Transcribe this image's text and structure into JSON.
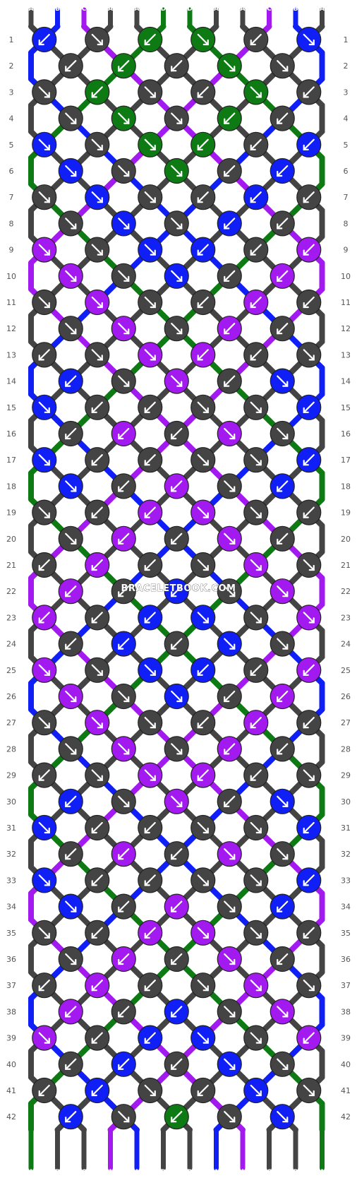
{
  "colors": {
    "A": "#444444",
    "B": "#0f1ff5",
    "C": "#a21af0",
    "D": "#0e7a14"
  },
  "strand_letters": [
    "A",
    "B",
    "C",
    "A",
    "A",
    "D",
    "D",
    "A",
    "A",
    "C",
    "B",
    "A"
  ],
  "watermark": "BRACELETBOOK.COM",
  "row_numbers": [
    "1",
    "2",
    "3",
    "4",
    "5",
    "6",
    "7",
    "8",
    "9",
    "10",
    "11",
    "12",
    "13",
    "14",
    "15",
    "16",
    "17",
    "18",
    "19",
    "20",
    "21",
    "22",
    "23",
    "24",
    "25",
    "26",
    "27",
    "28",
    "29",
    "30",
    "31",
    "32",
    "33",
    "34",
    "35",
    "36",
    "37",
    "38",
    "39",
    "40",
    "41",
    "42"
  ],
  "knots": [
    [
      {
        "c": "B",
        "d": "sw"
      },
      {
        "c": "A",
        "d": "se"
      },
      {
        "c": "D",
        "d": "sw"
      },
      {
        "c": "D",
        "d": "se"
      },
      {
        "c": "A",
        "d": "sw"
      },
      {
        "c": "B",
        "d": "se"
      }
    ],
    [
      {
        "c": "A",
        "d": "sw"
      },
      {
        "c": "D",
        "d": "sw"
      },
      {
        "c": "A",
        "d": "sw"
      },
      {
        "c": "D",
        "d": "se"
      },
      {
        "c": "A",
        "d": "se"
      }
    ],
    [
      {
        "c": "A",
        "d": "se"
      },
      {
        "c": "D",
        "d": "sw"
      },
      {
        "c": "A",
        "d": "se"
      },
      {
        "c": "A",
        "d": "sw"
      },
      {
        "c": "D",
        "d": "se"
      },
      {
        "c": "A",
        "d": "sw"
      }
    ],
    [
      {
        "c": "A",
        "d": "se"
      },
      {
        "c": "D",
        "d": "se"
      },
      {
        "c": "A",
        "d": "se"
      },
      {
        "c": "D",
        "d": "sw"
      },
      {
        "c": "A",
        "d": "sw"
      }
    ],
    [
      {
        "c": "B",
        "d": "se"
      },
      {
        "c": "A",
        "d": "se"
      },
      {
        "c": "D",
        "d": "se"
      },
      {
        "c": "D",
        "d": "sw"
      },
      {
        "c": "A",
        "d": "sw"
      },
      {
        "c": "B",
        "d": "sw"
      }
    ],
    [
      {
        "c": "B",
        "d": "se"
      },
      {
        "c": "A",
        "d": "se"
      },
      {
        "c": "D",
        "d": "se"
      },
      {
        "c": "A",
        "d": "sw"
      },
      {
        "c": "B",
        "d": "sw"
      }
    ],
    [
      {
        "c": "A",
        "d": "se"
      },
      {
        "c": "B",
        "d": "se"
      },
      {
        "c": "A",
        "d": "se"
      },
      {
        "c": "A",
        "d": "sw"
      },
      {
        "c": "B",
        "d": "sw"
      },
      {
        "c": "A",
        "d": "sw"
      }
    ],
    [
      {
        "c": "A",
        "d": "se"
      },
      {
        "c": "B",
        "d": "se"
      },
      {
        "c": "A",
        "d": "se"
      },
      {
        "c": "B",
        "d": "sw"
      },
      {
        "c": "A",
        "d": "sw"
      }
    ],
    [
      {
        "c": "C",
        "d": "se"
      },
      {
        "c": "A",
        "d": "se"
      },
      {
        "c": "B",
        "d": "se"
      },
      {
        "c": "B",
        "d": "sw"
      },
      {
        "c": "A",
        "d": "sw"
      },
      {
        "c": "C",
        "d": "sw"
      }
    ],
    [
      {
        "c": "C",
        "d": "se"
      },
      {
        "c": "A",
        "d": "se"
      },
      {
        "c": "B",
        "d": "se"
      },
      {
        "c": "A",
        "d": "sw"
      },
      {
        "c": "C",
        "d": "sw"
      }
    ],
    [
      {
        "c": "A",
        "d": "se"
      },
      {
        "c": "C",
        "d": "se"
      },
      {
        "c": "A",
        "d": "se"
      },
      {
        "c": "A",
        "d": "sw"
      },
      {
        "c": "C",
        "d": "sw"
      },
      {
        "c": "A",
        "d": "sw"
      }
    ],
    [
      {
        "c": "A",
        "d": "se"
      },
      {
        "c": "C",
        "d": "se"
      },
      {
        "c": "A",
        "d": "se"
      },
      {
        "c": "C",
        "d": "sw"
      },
      {
        "c": "A",
        "d": "sw"
      }
    ],
    [
      {
        "c": "A",
        "d": "sw"
      },
      {
        "c": "A",
        "d": "se"
      },
      {
        "c": "C",
        "d": "se"
      },
      {
        "c": "C",
        "d": "sw"
      },
      {
        "c": "A",
        "d": "sw"
      },
      {
        "c": "A",
        "d": "se"
      }
    ],
    [
      {
        "c": "B",
        "d": "sw"
      },
      {
        "c": "A",
        "d": "se"
      },
      {
        "c": "C",
        "d": "se"
      },
      {
        "c": "A",
        "d": "sw"
      },
      {
        "c": "B",
        "d": "se"
      }
    ],
    [
      {
        "c": "B",
        "d": "se"
      },
      {
        "c": "A",
        "d": "sw"
      },
      {
        "c": "A",
        "d": "sw"
      },
      {
        "c": "A",
        "d": "se"
      },
      {
        "c": "A",
        "d": "se"
      },
      {
        "c": "B",
        "d": "sw"
      }
    ],
    [
      {
        "c": "A",
        "d": "sw"
      },
      {
        "c": "C",
        "d": "sw"
      },
      {
        "c": "A",
        "d": "sw"
      },
      {
        "c": "C",
        "d": "se"
      },
      {
        "c": "A",
        "d": "se"
      }
    ],
    [
      {
        "c": "B",
        "d": "se"
      },
      {
        "c": "A",
        "d": "sw"
      },
      {
        "c": "A",
        "d": "sw"
      },
      {
        "c": "A",
        "d": "se"
      },
      {
        "c": "A",
        "d": "se"
      },
      {
        "c": "B",
        "d": "sw"
      }
    ],
    [
      {
        "c": "B",
        "d": "se"
      },
      {
        "c": "A",
        "d": "sw"
      },
      {
        "c": "C",
        "d": "sw"
      },
      {
        "c": "A",
        "d": "se"
      },
      {
        "c": "B",
        "d": "sw"
      }
    ],
    [
      {
        "c": "A",
        "d": "se"
      },
      {
        "c": "A",
        "d": "sw"
      },
      {
        "c": "C",
        "d": "sw"
      },
      {
        "c": "C",
        "d": "se"
      },
      {
        "c": "A",
        "d": "se"
      },
      {
        "c": "A",
        "d": "sw"
      }
    ],
    [
      {
        "c": "A",
        "d": "se"
      },
      {
        "c": "C",
        "d": "sw"
      },
      {
        "c": "A",
        "d": "sw"
      },
      {
        "c": "C",
        "d": "se"
      },
      {
        "c": "A",
        "d": "sw"
      }
    ],
    [
      {
        "c": "A",
        "d": "sw"
      },
      {
        "c": "C",
        "d": "sw"
      },
      {
        "c": "A",
        "d": "sw"
      },
      {
        "c": "A",
        "d": "se"
      },
      {
        "c": "C",
        "d": "se"
      },
      {
        "c": "A",
        "d": "se"
      }
    ],
    [
      {
        "c": "C",
        "d": "sw"
      },
      {
        "c": "A",
        "d": "sw"
      },
      {
        "c": "B",
        "d": "sw"
      },
      {
        "c": "A",
        "d": "se"
      },
      {
        "c": "C",
        "d": "se"
      }
    ],
    [
      {
        "c": "C",
        "d": "sw"
      },
      {
        "c": "A",
        "d": "sw"
      },
      {
        "c": "B",
        "d": "sw"
      },
      {
        "c": "B",
        "d": "se"
      },
      {
        "c": "A",
        "d": "se"
      },
      {
        "c": "C",
        "d": "se"
      }
    ],
    [
      {
        "c": "A",
        "d": "sw"
      },
      {
        "c": "B",
        "d": "sw"
      },
      {
        "c": "A",
        "d": "sw"
      },
      {
        "c": "B",
        "d": "se"
      },
      {
        "c": "A",
        "d": "se"
      }
    ],
    [
      {
        "c": "C",
        "d": "se"
      },
      {
        "c": "A",
        "d": "se"
      },
      {
        "c": "B",
        "d": "se"
      },
      {
        "c": "B",
        "d": "sw"
      },
      {
        "c": "A",
        "d": "sw"
      },
      {
        "c": "C",
        "d": "sw"
      }
    ],
    [
      {
        "c": "C",
        "d": "se"
      },
      {
        "c": "A",
        "d": "se"
      },
      {
        "c": "B",
        "d": "se"
      },
      {
        "c": "A",
        "d": "sw"
      },
      {
        "c": "C",
        "d": "sw"
      }
    ],
    [
      {
        "c": "A",
        "d": "se"
      },
      {
        "c": "C",
        "d": "se"
      },
      {
        "c": "A",
        "d": "se"
      },
      {
        "c": "A",
        "d": "sw"
      },
      {
        "c": "C",
        "d": "sw"
      },
      {
        "c": "A",
        "d": "sw"
      }
    ],
    [
      {
        "c": "A",
        "d": "se"
      },
      {
        "c": "C",
        "d": "se"
      },
      {
        "c": "A",
        "d": "se"
      },
      {
        "c": "C",
        "d": "sw"
      },
      {
        "c": "A",
        "d": "sw"
      }
    ],
    [
      {
        "c": "A",
        "d": "sw"
      },
      {
        "c": "A",
        "d": "se"
      },
      {
        "c": "C",
        "d": "se"
      },
      {
        "c": "C",
        "d": "sw"
      },
      {
        "c": "A",
        "d": "sw"
      },
      {
        "c": "A",
        "d": "se"
      }
    ],
    [
      {
        "c": "B",
        "d": "sw"
      },
      {
        "c": "A",
        "d": "se"
      },
      {
        "c": "C",
        "d": "se"
      },
      {
        "c": "A",
        "d": "sw"
      },
      {
        "c": "B",
        "d": "se"
      }
    ],
    [
      {
        "c": "B",
        "d": "se"
      },
      {
        "c": "A",
        "d": "sw"
      },
      {
        "c": "A",
        "d": "sw"
      },
      {
        "c": "A",
        "d": "se"
      },
      {
        "c": "A",
        "d": "se"
      },
      {
        "c": "B",
        "d": "sw"
      }
    ],
    [
      {
        "c": "A",
        "d": "sw"
      },
      {
        "c": "C",
        "d": "sw"
      },
      {
        "c": "A",
        "d": "sw"
      },
      {
        "c": "C",
        "d": "se"
      },
      {
        "c": "A",
        "d": "se"
      }
    ],
    [
      {
        "c": "B",
        "d": "se"
      },
      {
        "c": "A",
        "d": "sw"
      },
      {
        "c": "A",
        "d": "sw"
      },
      {
        "c": "A",
        "d": "se"
      },
      {
        "c": "A",
        "d": "se"
      },
      {
        "c": "B",
        "d": "sw"
      }
    ],
    [
      {
        "c": "B",
        "d": "se"
      },
      {
        "c": "A",
        "d": "sw"
      },
      {
        "c": "C",
        "d": "sw"
      },
      {
        "c": "A",
        "d": "se"
      },
      {
        "c": "B",
        "d": "sw"
      }
    ],
    [
      {
        "c": "A",
        "d": "se"
      },
      {
        "c": "A",
        "d": "sw"
      },
      {
        "c": "C",
        "d": "sw"
      },
      {
        "c": "C",
        "d": "se"
      },
      {
        "c": "A",
        "d": "se"
      },
      {
        "c": "A",
        "d": "sw"
      }
    ],
    [
      {
        "c": "A",
        "d": "se"
      },
      {
        "c": "C",
        "d": "sw"
      },
      {
        "c": "A",
        "d": "sw"
      },
      {
        "c": "C",
        "d": "se"
      },
      {
        "c": "A",
        "d": "sw"
      }
    ],
    [
      {
        "c": "A",
        "d": "sw"
      },
      {
        "c": "C",
        "d": "sw"
      },
      {
        "c": "A",
        "d": "sw"
      },
      {
        "c": "A",
        "d": "se"
      },
      {
        "c": "C",
        "d": "se"
      },
      {
        "c": "A",
        "d": "se"
      }
    ],
    [
      {
        "c": "C",
        "d": "sw"
      },
      {
        "c": "A",
        "d": "sw"
      },
      {
        "c": "B",
        "d": "sw"
      },
      {
        "c": "A",
        "d": "se"
      },
      {
        "c": "C",
        "d": "se"
      }
    ],
    [
      {
        "c": "C",
        "d": "se"
      },
      {
        "c": "A",
        "d": "sw"
      },
      {
        "c": "B",
        "d": "sw"
      },
      {
        "c": "B",
        "d": "se"
      },
      {
        "c": "A",
        "d": "se"
      },
      {
        "c": "C",
        "d": "sw"
      }
    ],
    [
      {
        "c": "A",
        "d": "sw"
      },
      {
        "c": "B",
        "d": "sw"
      },
      {
        "c": "A",
        "d": "sw"
      },
      {
        "c": "B",
        "d": "se"
      },
      {
        "c": "A",
        "d": "se"
      }
    ],
    [
      {
        "c": "A",
        "d": "sw"
      },
      {
        "c": "B",
        "d": "sw"
      },
      {
        "c": "A",
        "d": "se"
      },
      {
        "c": "A",
        "d": "sw"
      },
      {
        "c": "B",
        "d": "se"
      },
      {
        "c": "A",
        "d": "se"
      }
    ],
    [
      {
        "c": "B",
        "d": "sw"
      },
      {
        "c": "A",
        "d": "se"
      },
      {
        "c": "D",
        "d": "sw"
      },
      {
        "c": "A",
        "d": "se"
      },
      {
        "c": "B",
        "d": "se"
      }
    ]
  ],
  "bottom_strand_letters": [
    "A",
    "B",
    "C",
    "A",
    "A",
    "D",
    "D",
    "A",
    "A",
    "C",
    "B",
    "A"
  ]
}
